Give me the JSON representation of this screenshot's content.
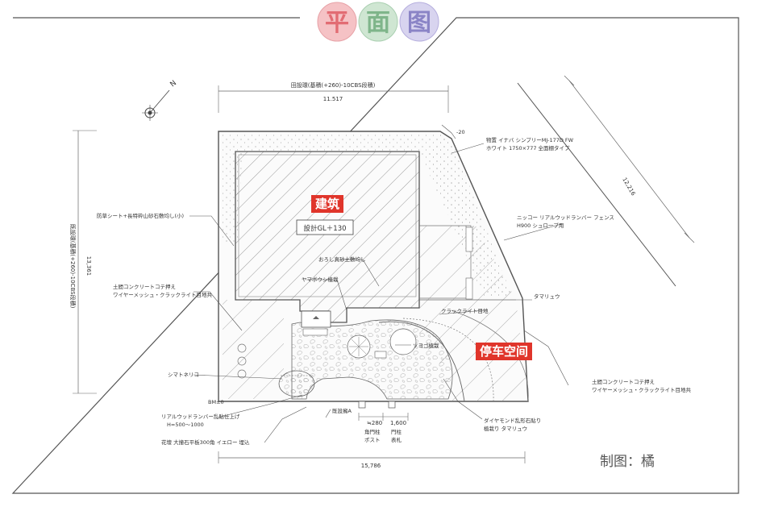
{
  "header": {
    "title_chars": [
      "平",
      "面",
      "图"
    ],
    "title_colors": [
      "#e26c73",
      "#7fb58a",
      "#8a84c6"
    ]
  },
  "compass": {
    "north": "N"
  },
  "dimensions": {
    "top_text": "田設環(基積(+260)-10CBS段積)",
    "top_value": "11.517",
    "left_text": "既設環(基積(+260)-10CBS段積)",
    "left_value": "13,361",
    "diag_value": "12,216",
    "bottom_value": "15,786",
    "small_280": "≒280",
    "small_1600": "1,600",
    "offset_20": "-20"
  },
  "labels": {
    "building": "建筑",
    "gl_box": "設計GL＋130",
    "parking": "停车空间",
    "storage_1": "物置 イナバ シンプリーMJ-177D FW",
    "storage_2": "ホワイト 1750×777 全面棚タイプ",
    "fence_1": "ニッコー リアルウッドランバー フェンス",
    "fence_2": "H900 シュロ一ブ用",
    "block_wall": "防草シート+長特砕山砂石敷均し(小)",
    "soil_fill": "おろし真砂土敷均し",
    "yamaboushi": "ヤマボウシ植栽",
    "concrete_l1": "土間コンクリートコテ押え",
    "concrete_l2": "ワイヤーメッシュ・クラックライト目地共",
    "crack_line": "クラックライト目地",
    "tamaryu": "タマリュウ",
    "concrete_r1": "土間コンクリートコテ押え",
    "concrete_r2": "ワイヤーメッシュ・クラックライト目地共",
    "water": "ソヨゴ植栽",
    "symbol_tree": "シマトネリコ",
    "bm": "BM±0",
    "relief": "既設擁A",
    "lumber_1": "リアルウッドランバー乱貼仕上げ",
    "lumber_2": "H=500～1000",
    "lawn": "花壇 大撞石平板300角 イエロー 埋込",
    "post_1": "角門柱",
    "post_2": "ポスト",
    "gate_1": "門柱",
    "gate_2": "表札",
    "diamond_1": "ダイヤモンド乱形石貼り",
    "diamond_2": "植栽り タマリュウ"
  },
  "credit": "制图：橘"
}
